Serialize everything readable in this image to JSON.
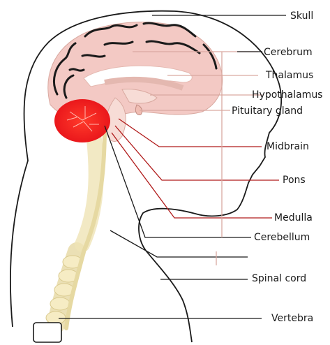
{
  "labels": {
    "skull": "Skull",
    "cerebrum": "Cerebrum",
    "thalamus": "Thalamus",
    "hypothalamus": "Hypothalamus",
    "pituitary": "Pituitary gland",
    "midbrain": "Midbrain",
    "pons": "Pons",
    "medulla": "Medulla",
    "cerebellum": "Cerebellum",
    "spinal_cord": "Spinal cord",
    "vertebra": "Vertebra"
  },
  "colors": {
    "cerebellum_highlight": "#e8141a",
    "brain_tissue": "#f3c9c4",
    "brain_folds": "#1a1a1a",
    "leader_red": "#b01a1a",
    "outline": "#1a1a1a",
    "spine": "#f2e6b8"
  }
}
